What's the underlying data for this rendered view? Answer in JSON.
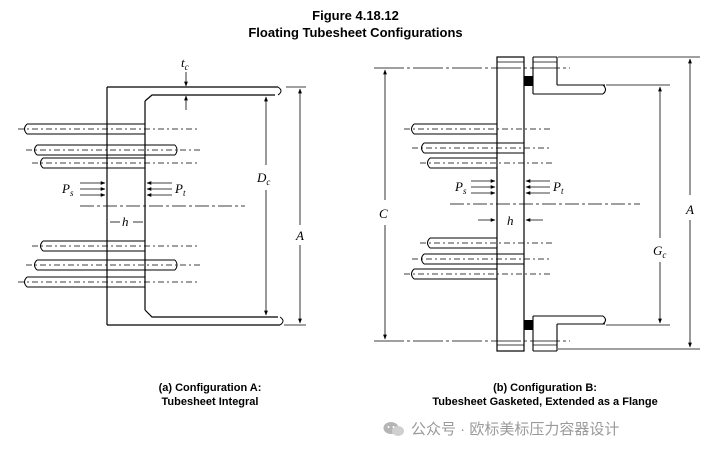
{
  "figure": {
    "number": "Figure 4.18.12",
    "title": "Floating Tubesheet Configurations"
  },
  "config_a": {
    "caption_line1": "(a) Configuration A:",
    "caption_line2": "Tubesheet Integral",
    "labels": {
      "tc": "t",
      "tc_sub": "c",
      "dc": "D",
      "dc_sub": "c",
      "a": "A",
      "ps": "P",
      "ps_sub": "s",
      "pt": "P",
      "pt_sub": "t",
      "h": "h"
    }
  },
  "config_b": {
    "caption_line1": "(b) Configuration B:",
    "caption_line2": "Tubesheet Gasketed, Extended as a Flange",
    "labels": {
      "c": "C",
      "a": "A",
      "gc": "G",
      "gc_sub": "c",
      "ps": "P",
      "ps_sub": "s",
      "pt": "P",
      "pt_sub": "t",
      "h": "h"
    }
  },
  "watermark": {
    "icon": "wechat-icon",
    "text": "公众号 · 欧标美标压力容器设计"
  }
}
